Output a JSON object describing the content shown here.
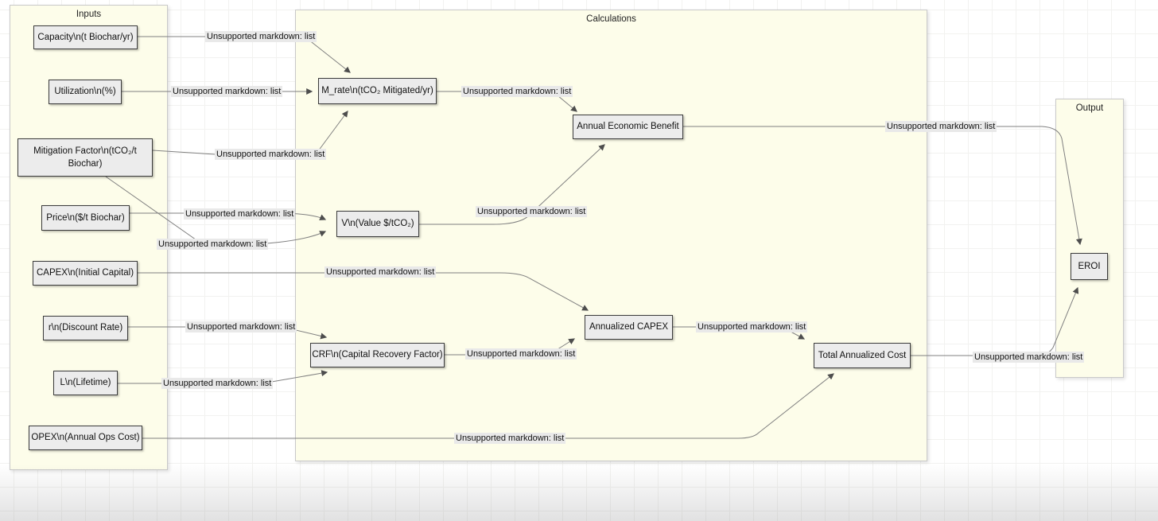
{
  "diagram": {
    "clusters": [
      {
        "id": "inputs",
        "title": "Inputs"
      },
      {
        "id": "calculations",
        "title": "Calculations"
      },
      {
        "id": "output",
        "title": "Output"
      }
    ],
    "nodes": {
      "capacity": {
        "label": "Capacity\\n(t Biochar/yr)"
      },
      "utilization": {
        "label": "Utilization\\n(%)"
      },
      "mitigation_factor": {
        "label": "Mitigation Factor\\n(tCO₂/t Biochar)"
      },
      "price": {
        "label": "Price\\n($/t Biochar)"
      },
      "capex": {
        "label": "CAPEX\\n(Initial Capital)"
      },
      "discount_rate": {
        "label": "r\\n(Discount Rate)"
      },
      "lifetime": {
        "label": "L\\n(Lifetime)"
      },
      "opex": {
        "label": "OPEX\\n(Annual Ops Cost)"
      },
      "m_rate": {
        "label": "M_rate\\n(tCO₂ Mitigated/yr)"
      },
      "annual_economic_benefit": {
        "label": "Annual Economic Benefit"
      },
      "value": {
        "label": "V\\n(Value $/tCO₂)"
      },
      "crf": {
        "label": "CRF\\n(Capital Recovery Factor)"
      },
      "annualized_capex": {
        "label": "Annualized CAPEX"
      },
      "total_annualized_cost": {
        "label": "Total Annualized Cost"
      },
      "eroi": {
        "label": "EROI"
      }
    },
    "edges": [
      {
        "from": "capacity",
        "to": "m_rate",
        "label": "Unsupported markdown: list"
      },
      {
        "from": "utilization",
        "to": "m_rate",
        "label": "Unsupported markdown: list"
      },
      {
        "from": "mitigation_factor",
        "to": "m_rate",
        "label": "Unsupported markdown: list"
      },
      {
        "from": "price",
        "to": "value",
        "label": "Unsupported markdown: list"
      },
      {
        "from": "mitigation_factor",
        "to": "value",
        "label": "Unsupported markdown: list"
      },
      {
        "from": "m_rate",
        "to": "annual_economic_benefit",
        "label": "Unsupported markdown: list"
      },
      {
        "from": "value",
        "to": "annual_economic_benefit",
        "label": "Unsupported markdown: list"
      },
      {
        "from": "capex",
        "to": "annualized_capex",
        "label": "Unsupported markdown: list"
      },
      {
        "from": "discount_rate",
        "to": "crf",
        "label": "Unsupported markdown: list"
      },
      {
        "from": "crf",
        "to": "annualized_capex",
        "label": "Unsupported markdown: list"
      },
      {
        "from": "annualized_capex",
        "to": "total_annualized_cost",
        "label": "Unsupported markdown: list"
      },
      {
        "from": "lifetime",
        "to": "crf",
        "label": "Unsupported markdown: list"
      },
      {
        "from": "opex",
        "to": "total_annualized_cost",
        "label": "Unsupported markdown: list"
      },
      {
        "from": "annual_economic_benefit",
        "to": "eroi",
        "label": "Unsupported markdown: list"
      },
      {
        "from": "total_annualized_cost",
        "to": "eroi",
        "label": "Unsupported markdown: list"
      }
    ]
  },
  "colors": {
    "page_bg": "#ffffff",
    "grid_line": "#f2f2f0",
    "cluster_fill": "#fdfdea",
    "cluster_border": "#c9c9c9",
    "node_fill": "#ececec",
    "node_border": "#3b3b3b",
    "edge_stroke": "#808080",
    "arrow_fill": "#4d4d4d",
    "label_bg": "#e9e9e9",
    "text_color": "#111111"
  }
}
